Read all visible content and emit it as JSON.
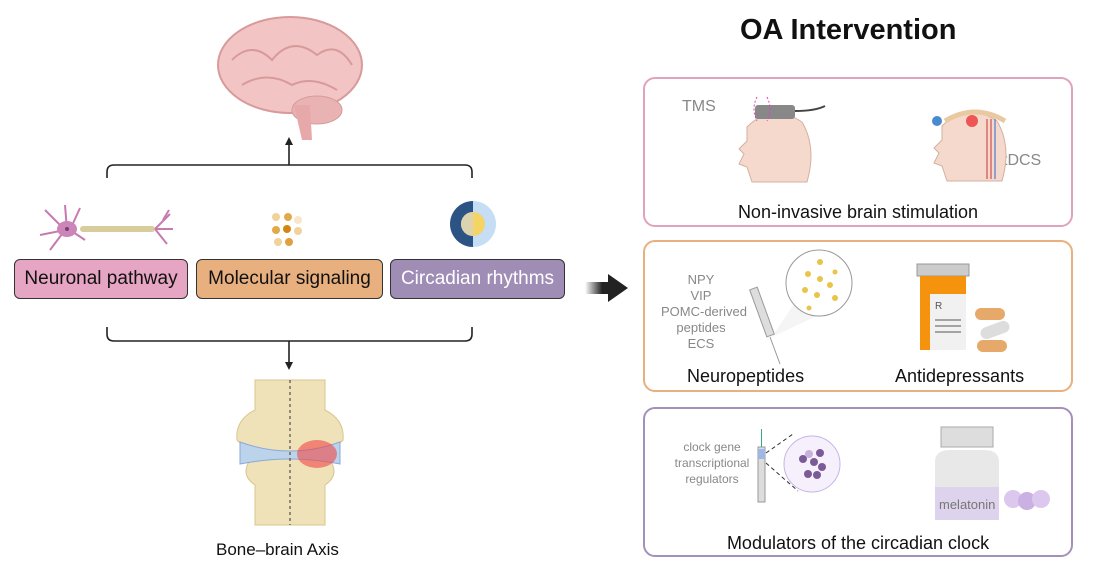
{
  "left": {
    "categories": [
      {
        "label": "Neuronal pathway",
        "color": "#e6a5c2"
      },
      {
        "label": "Molecular signaling",
        "color": "#e9b07f"
      },
      {
        "label": "Circadian rhythms",
        "color": "#9f8db5"
      }
    ],
    "axis_caption": "Bone–brain Axis"
  },
  "right": {
    "title": "OA Intervention",
    "panels": [
      {
        "caption": "Non-invasive brain stimulation",
        "border": "#e0a3bd",
        "labels": [
          "TMS",
          "tDCS"
        ]
      },
      {
        "captions": [
          "Neuropeptides",
          "Antidepressants"
        ],
        "border": "#e9b07f",
        "agents": [
          "NPY",
          "VIP",
          "POMC-derived",
          "peptides",
          "ECS"
        ]
      },
      {
        "caption": "Modulators of the circadian clock",
        "border": "#a590b8",
        "agents": [
          "clock gene",
          "transcriptional",
          "regulators"
        ],
        "bottle_label": "melatonin"
      }
    ]
  }
}
